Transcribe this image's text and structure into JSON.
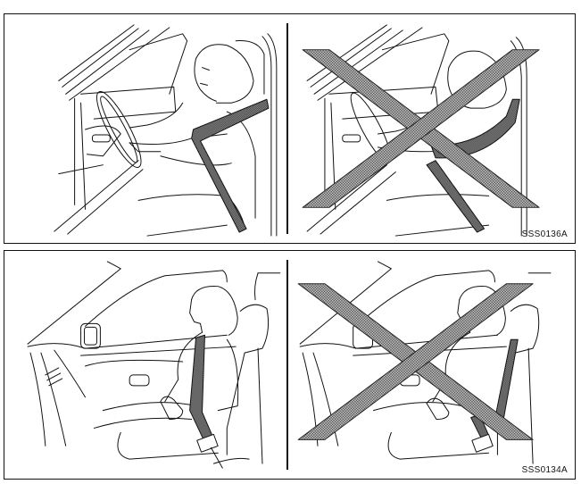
{
  "figures": [
    {
      "id": "top",
      "code": "SSS0136A",
      "panels": [
        {
          "position": "left",
          "status": "correct",
          "label": "Driver seated upright with lap/shoulder belt worn correctly across shoulder and chest",
          "mark": "none"
        },
        {
          "position": "right",
          "status": "incorrect",
          "label": "Driver with shoulder belt positioned incorrectly",
          "mark": "x-cross"
        }
      ]
    },
    {
      "id": "bottom",
      "code": "SSS0134A",
      "panels": [
        {
          "position": "left",
          "status": "correct",
          "label": "Passenger seated upright with lap/shoulder belt worn correctly",
          "mark": "none"
        },
        {
          "position": "right",
          "status": "incorrect",
          "label": "Passenger with shoulder belt positioned incorrectly",
          "mark": "x-cross"
        }
      ]
    }
  ],
  "colors": {
    "line": "#111111",
    "belt_fill": "#6b6b6b",
    "x_fill": "#9a9a9a",
    "background": "#ffffff"
  }
}
